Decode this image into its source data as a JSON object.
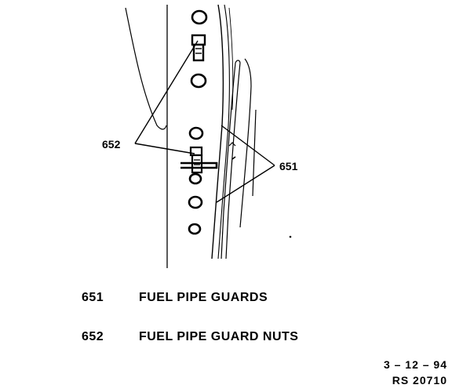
{
  "diagram": {
    "callouts": [
      {
        "id": "652",
        "label": "652"
      },
      {
        "id": "651",
        "label": "651"
      }
    ]
  },
  "legend": [
    {
      "number": "651",
      "description": "FUEL PIPE GUARDS"
    },
    {
      "number": "652",
      "description": "FUEL PIPE GUARD NUTS"
    }
  ],
  "reference": {
    "date": "3 – 12 – 94",
    "code": "RS 20710"
  }
}
